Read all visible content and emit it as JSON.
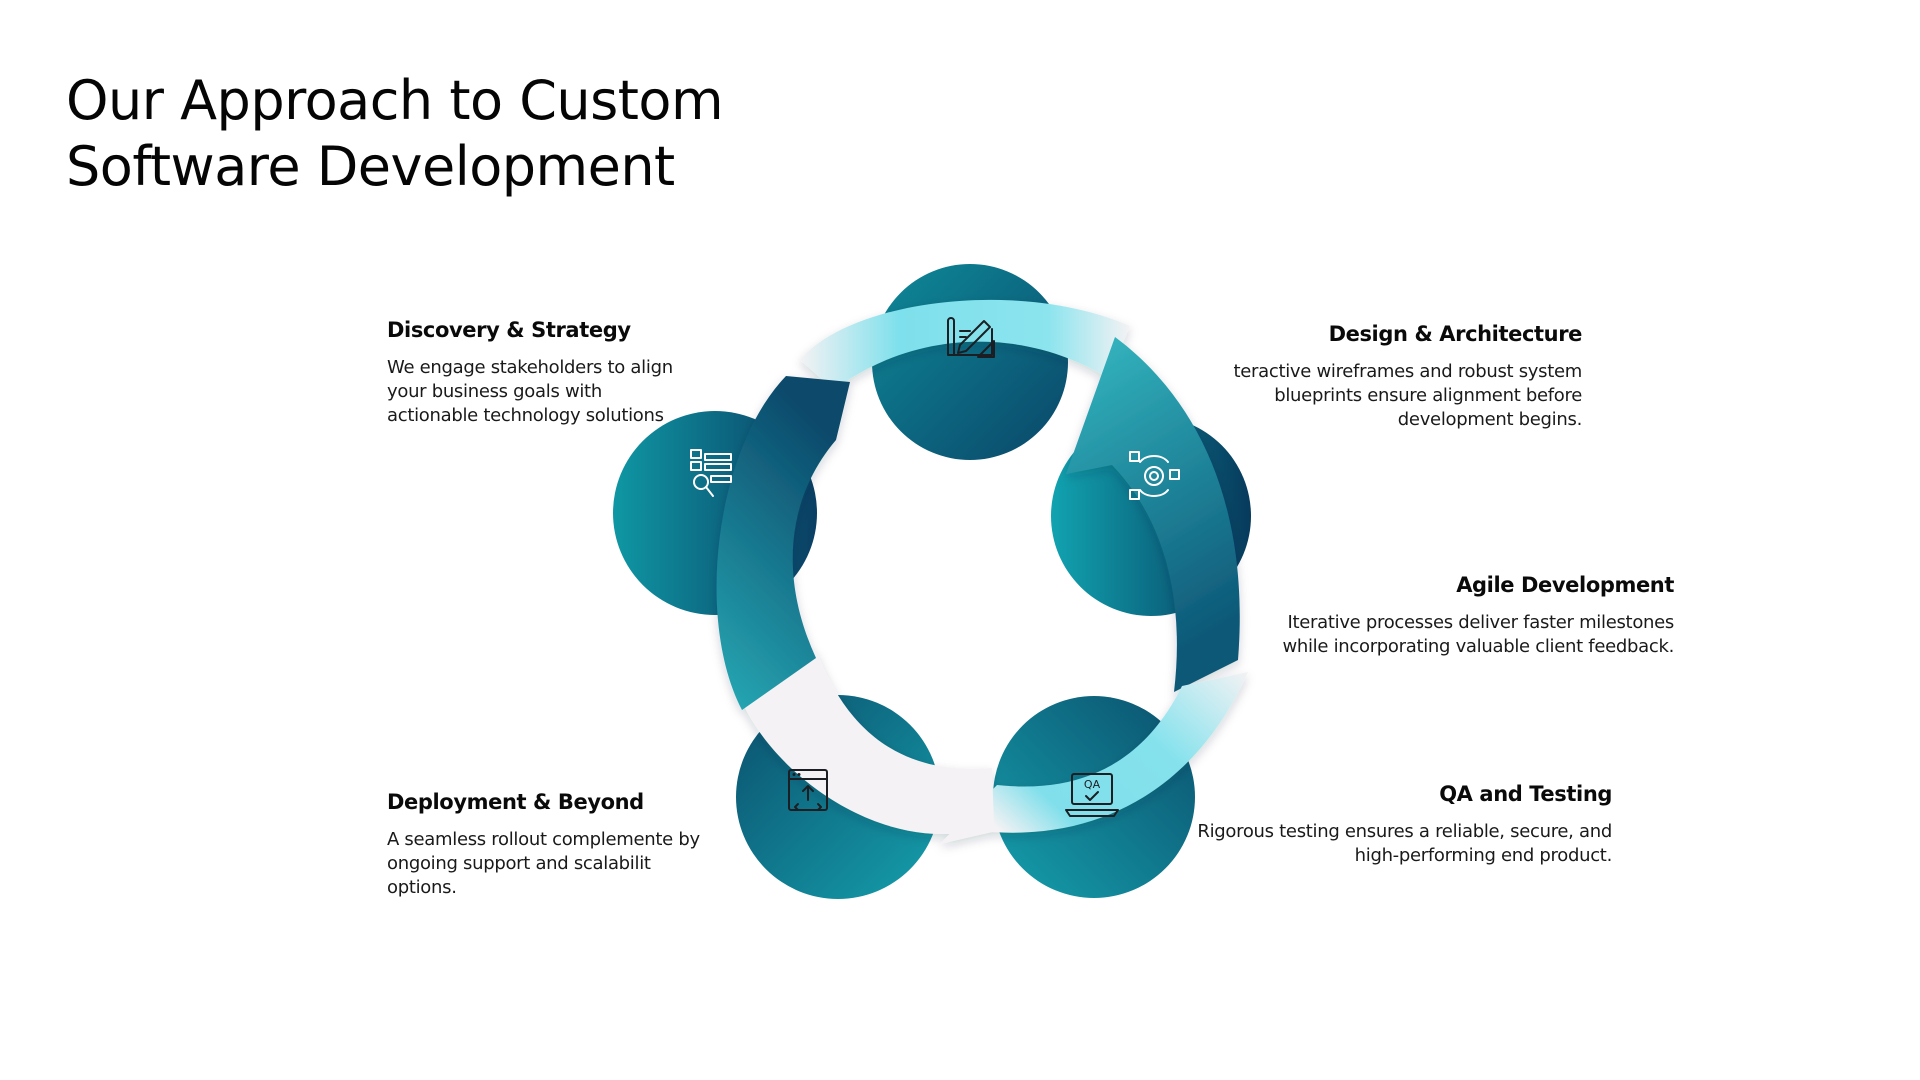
{
  "title": {
    "line1": "Our Approach to Custom",
    "line2": "Software Development"
  },
  "steps": {
    "discovery": {
      "title": "Discovery & Strategy",
      "description": "We engage stakeholders to align your business goals with actionable technology solutions",
      "icon": "analytics-search-icon"
    },
    "design": {
      "title": "Design & Architecture",
      "description": "teractive wireframes and robust system blueprints ensure alignment before development begins.",
      "icon": "blueprint-ruler-pencil-icon"
    },
    "agile": {
      "title": "Agile Development",
      "description": "Iterative processes deliver faster milestones while incorporating valuable client feedback.",
      "icon": "agile-cycle-target-icon"
    },
    "qa": {
      "title": "QA and Testing",
      "description": "Rigorous testing ensures a reliable, secure, and high-performing end product.",
      "icon": "laptop-qa-icon"
    },
    "deploy": {
      "title": "Deployment & Beyond",
      "description": "A seamless rollout complemente by ongoing support and scalabilit options.",
      "icon": "browser-code-deploy-icon"
    }
  },
  "colors": {
    "teal_dark": "#0b4f6c",
    "teal_mid": "#147f93",
    "teal_light": "#2aa7b3",
    "cyan_light": "#84e3ee",
    "arrow_white": "#f5f3f5"
  }
}
